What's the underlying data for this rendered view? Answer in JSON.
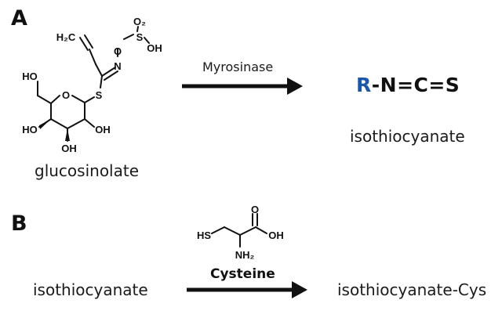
{
  "panels": {
    "a": {
      "letter": "A",
      "reactant_name": "glucosinolate",
      "enzyme_label": "Myrosinase",
      "product_formula": {
        "r": "R",
        "rest": "-N=C=S"
      },
      "product_name": "isothiocyanate",
      "structure_atoms": {
        "h2c": "H₂C",
        "o_link": "O",
        "s_sulfo": "S",
        "o2": "O₂",
        "oh_sulfo": "OH",
        "n": "N",
        "s_link": "S",
        "ring_o": "O",
        "ho_ch2": "HO",
        "ho_left": "HO",
        "oh_right": "OH",
        "oh_bottom": "OH"
      }
    },
    "b": {
      "letter": "B",
      "reactant_name": "isothiocyanate",
      "reagent_label": "Cysteine",
      "product_name": "isothiocyanate-Cys",
      "structure_atoms": {
        "hs": "HS",
        "o_carbonyl": "O",
        "oh": "OH",
        "nh2": "NH₂"
      }
    }
  },
  "colors": {
    "r_group": "#1f57a8",
    "ink": "#111111"
  }
}
